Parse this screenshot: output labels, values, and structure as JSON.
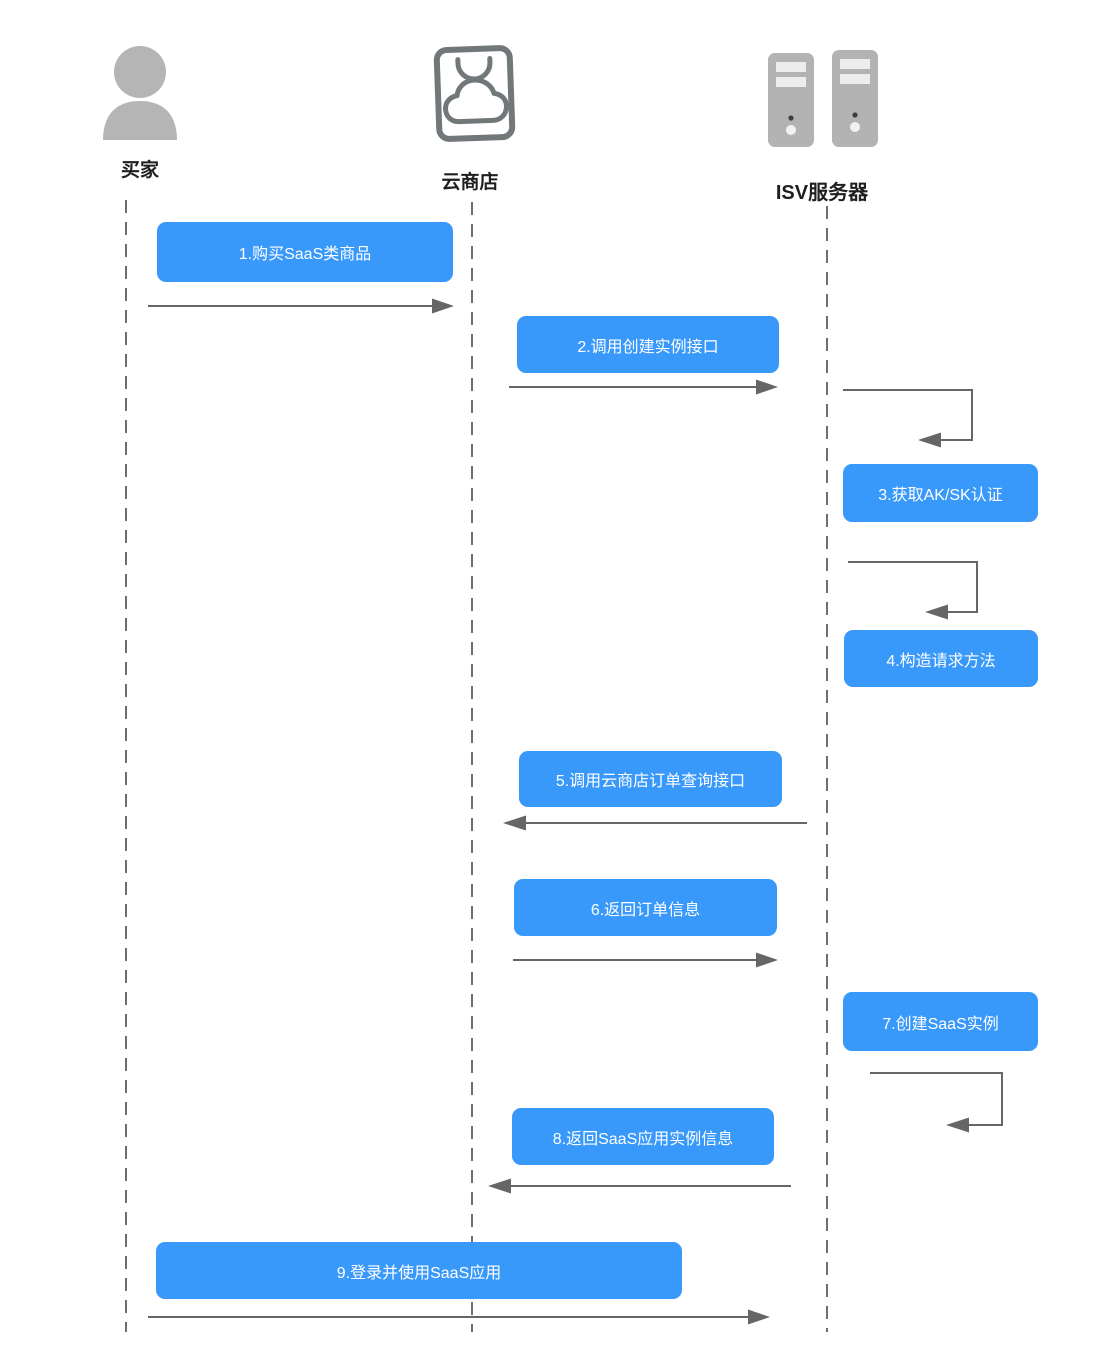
{
  "diagram": {
    "actors": [
      {
        "name": "买家",
        "icon": "person-icon"
      },
      {
        "name": "云商店",
        "icon": "shopping-bag-cloud-icon"
      },
      {
        "name": "ISV服务器",
        "icon": "server-towers-icon"
      }
    ],
    "steps": [
      {
        "label": "1.购买SaaS类商品",
        "arrow": "right"
      },
      {
        "label": "2.调用创建实例接口",
        "arrow": "right"
      },
      {
        "label": "3.获取AK/SK认证",
        "arrow": "self"
      },
      {
        "label": "4.构造请求方法",
        "arrow": "self"
      },
      {
        "label": "5.调用云商店订单查询接口",
        "arrow": "left"
      },
      {
        "label": "6.返回订单信息",
        "arrow": "right"
      },
      {
        "label": "7.创建SaaS实例",
        "arrow": "self"
      },
      {
        "label": "8.返回SaaS应用实例信息",
        "arrow": "left"
      },
      {
        "label": "9.登录并使用SaaS应用",
        "arrow": "right"
      }
    ],
    "colors": {
      "accent_blue": "#3999FB",
      "line_gray": "#666666",
      "icon_gray": "#B3B3B3"
    }
  }
}
